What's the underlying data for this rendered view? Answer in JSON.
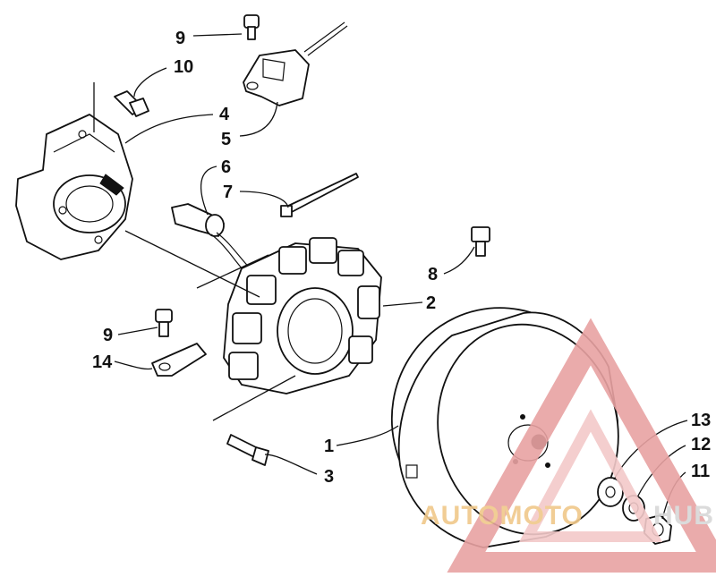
{
  "diagram": {
    "callouts": [
      {
        "id": "c1",
        "label": "1"
      },
      {
        "id": "c2",
        "label": "2"
      },
      {
        "id": "c3",
        "label": "3"
      },
      {
        "id": "c4",
        "label": "4"
      },
      {
        "id": "c5",
        "label": "5"
      },
      {
        "id": "c6",
        "label": "6"
      },
      {
        "id": "c7",
        "label": "7"
      },
      {
        "id": "c8",
        "label": "8"
      },
      {
        "id": "c9a",
        "label": "9"
      },
      {
        "id": "c9b",
        "label": "9"
      },
      {
        "id": "c10",
        "label": "10"
      },
      {
        "id": "c11",
        "label": "11"
      },
      {
        "id": "c12",
        "label": "12"
      },
      {
        "id": "c13",
        "label": "13"
      },
      {
        "id": "c14",
        "label": "14"
      }
    ]
  },
  "watermark": {
    "text_part1": "AUTOMOTO",
    "text_part2": "HUB",
    "color_main": "#e8a2a2",
    "color_light": "#f3c9c9",
    "color_text": "#f0c88a"
  }
}
